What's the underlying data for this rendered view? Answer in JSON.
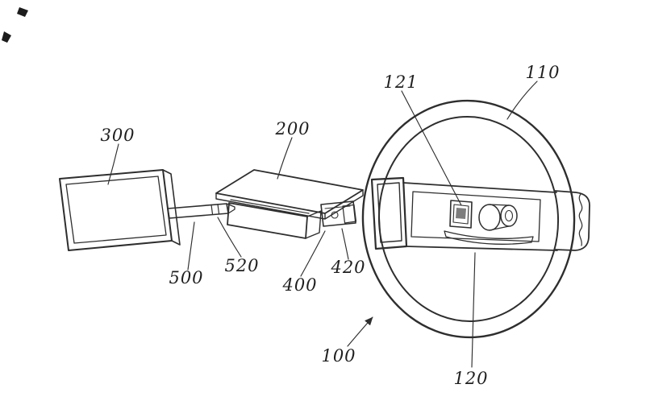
{
  "figure": {
    "background": "#ffffff",
    "line_color": "#2e2e2e",
    "label_color": "#1f1f1f"
  },
  "labels": {
    "n110": "110",
    "n121": "121",
    "n300": "300",
    "n200": "200",
    "n500": "500",
    "n520": "520",
    "n400": "400",
    "n420": "420",
    "n100": "100",
    "n120": "120"
  }
}
